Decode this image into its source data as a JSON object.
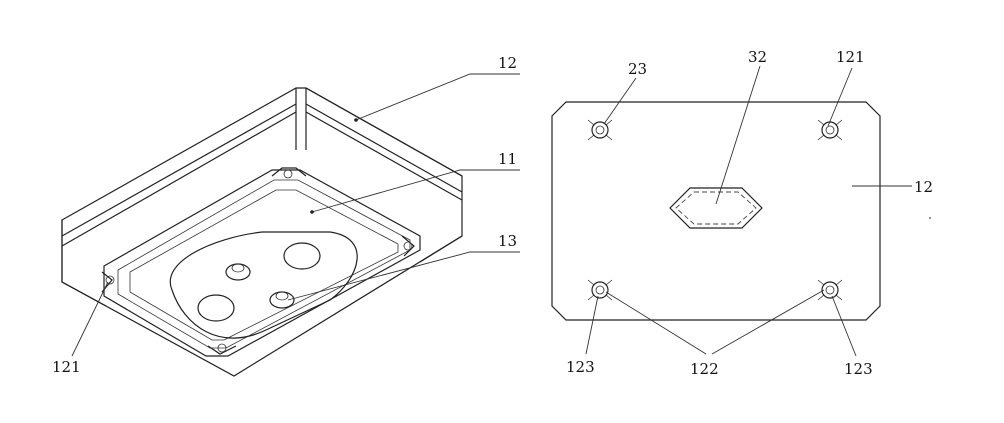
{
  "labels": {
    "left_12": "12",
    "left_11": "11",
    "left_13": "13",
    "left_121": "121",
    "right_23": "23",
    "right_32": "32",
    "right_121": "121",
    "right_12": "12",
    "right_123_left": "123",
    "right_122": "122",
    "right_123_right": "123"
  },
  "icons": {
    "screw": "screw-icon",
    "corner_clip": "corner-clip-icon"
  },
  "colors": {
    "stroke": "#222222",
    "background": "#ffffff"
  }
}
